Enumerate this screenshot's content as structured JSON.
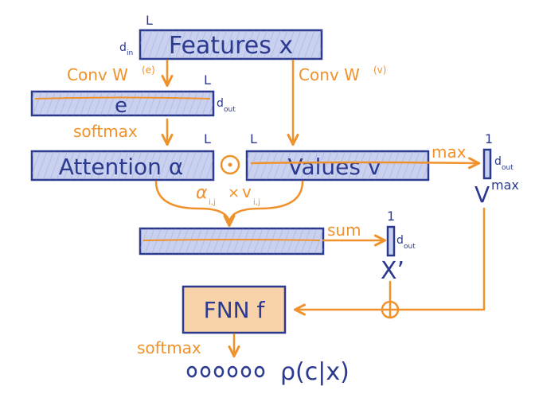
{
  "nodes": {
    "features": {
      "label": "Features x",
      "dim_top": "L",
      "dim_left": "d",
      "dim_left_sub": "in"
    },
    "e": {
      "label": "e",
      "dim_top": "L",
      "dim_right": "d",
      "dim_right_sub": "out"
    },
    "attention": {
      "label": "Attention α",
      "dim_top": "L"
    },
    "values": {
      "label": "Values v",
      "dim_top": "L"
    },
    "vmax": {
      "label": "V",
      "sup": "max",
      "dim_top": "1",
      "dim_right": "d",
      "dim_right_sub": "out"
    },
    "xprime": {
      "label": "X’",
      "dim_top": "1",
      "dim_right": "d",
      "dim_right_sub": "out"
    },
    "fnn": {
      "label": "FNN f"
    },
    "output": {
      "label": "ρ(c|x)"
    }
  },
  "operations": {
    "conv_e": {
      "label": "Conv W",
      "sup": "(e)"
    },
    "conv_v": {
      "label": "Conv W",
      "sup": "(v)"
    },
    "softmax_1": "softmax",
    "softmax_2": "softmax",
    "product": {
      "alpha": "α",
      "alpha_sub": "i,j",
      "times": "×",
      "v": "v",
      "v_sub": "i,j"
    },
    "max": "max",
    "sum": "sum",
    "hadamard": "⊙",
    "concat": "⊕"
  },
  "colors": {
    "accent": "#f0922b",
    "primary": "#2b3a8f",
    "box_fill": "#c9d1ef",
    "fnn_fill": "#f8d2a8"
  }
}
